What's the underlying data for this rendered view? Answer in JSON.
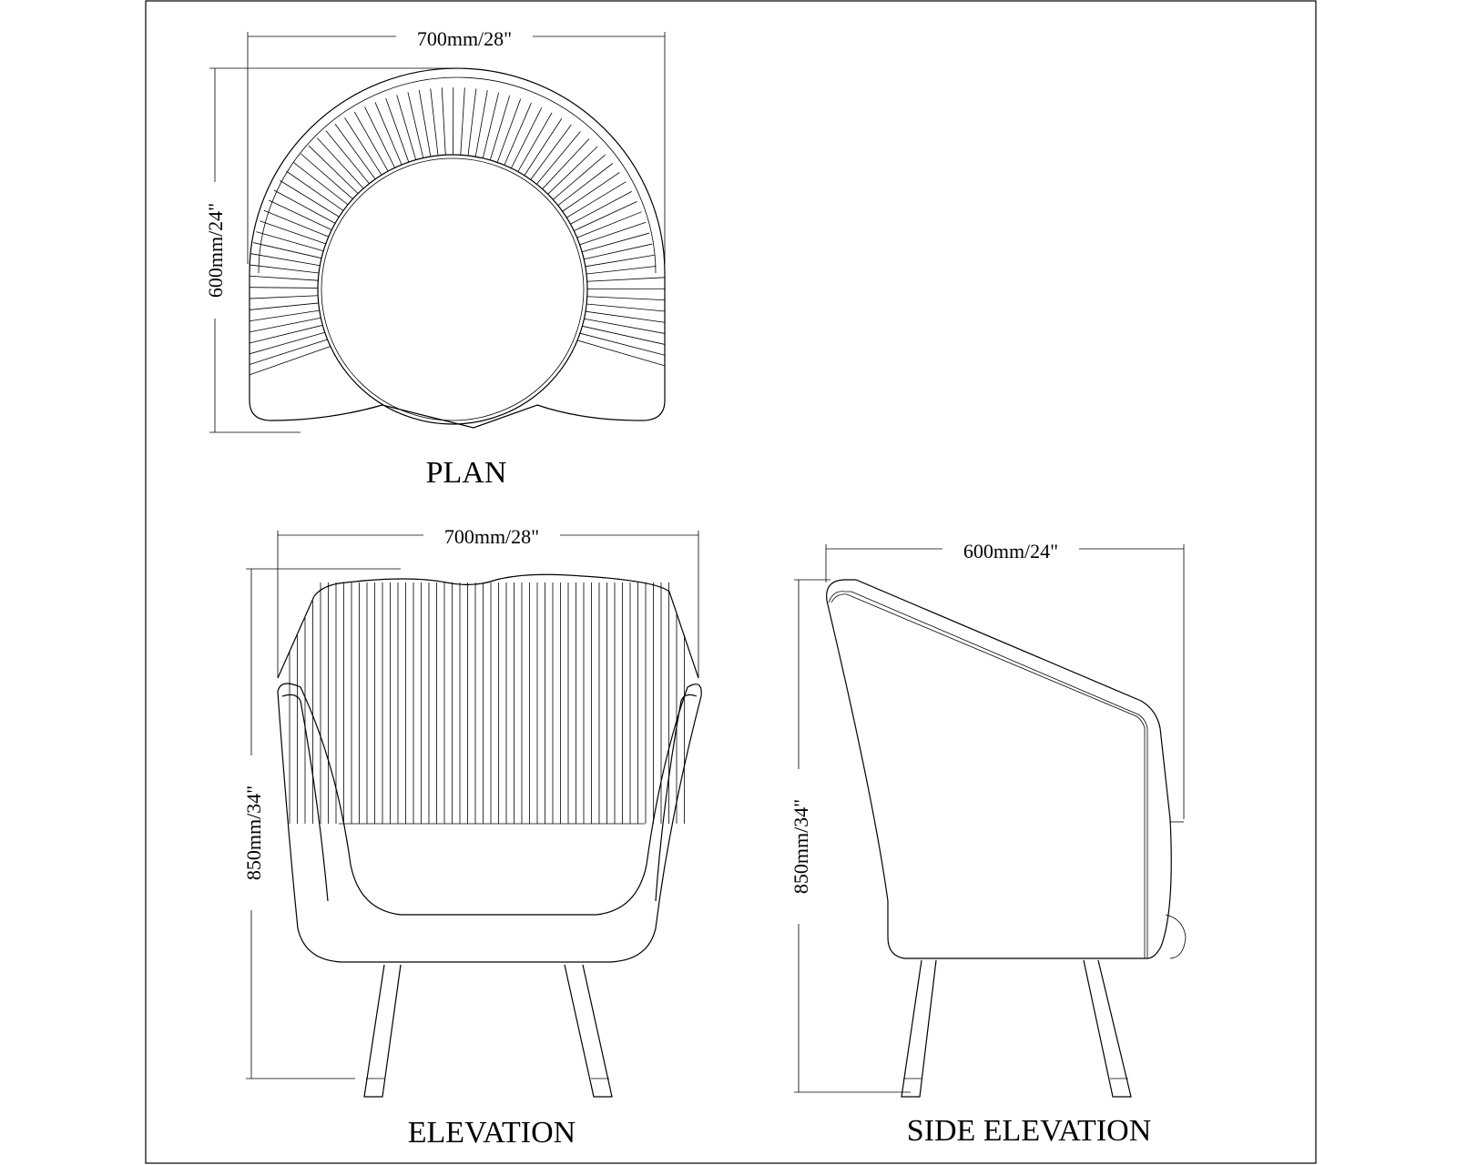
{
  "views": {
    "plan": {
      "title": "PLAN",
      "width_dim": "700mm/28\"",
      "depth_dim": "600mm/24\""
    },
    "elevation": {
      "title": "ELEVATION",
      "width_dim": "700mm/28\"",
      "height_dim": "850mm/34\""
    },
    "side_elevation": {
      "title": "SIDE ELEVATION",
      "depth_dim": "600mm/24\"",
      "height_dim": "850mm/34\""
    }
  }
}
